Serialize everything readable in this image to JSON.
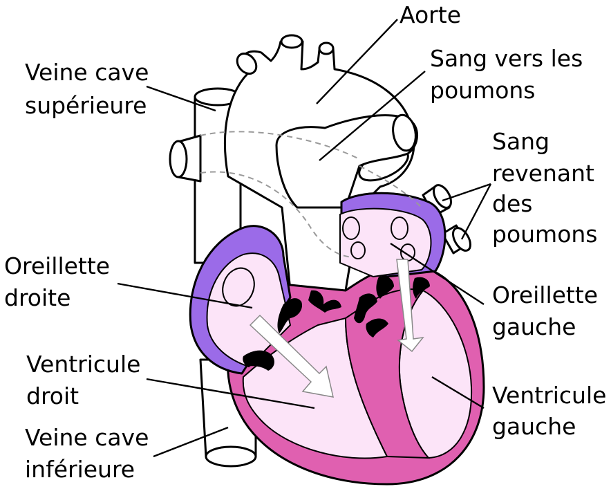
{
  "colors": {
    "background": "#ffffff",
    "atrium_purple": "#9b6be8",
    "muscle_pink": "#e060b0",
    "chamber_fill": "#fce4f8",
    "vessel_fill": "#ffffff",
    "valve": "#000000"
  },
  "labels": {
    "aorte": "Aorte",
    "sang_poumons_1": "Sang vers les",
    "sang_poumons_2": "poumons",
    "veine_cave_sup_1": "Veine cave",
    "veine_cave_sup_2": "supérieure",
    "sang_revenant_1": "Sang",
    "sang_revenant_2": "revenant",
    "sang_revenant_3": "des",
    "sang_revenant_4": "poumons",
    "oreillette_droite_1": "Oreillette",
    "oreillette_droite_2": "droite",
    "oreillette_gauche_1": "Oreillette",
    "oreillette_gauche_2": "gauche",
    "ventricule_droit_1": "Ventricule",
    "ventricule_droit_2": "droit",
    "ventricule_gauche_1": "Ventricule",
    "ventricule_gauche_2": "gauche",
    "veine_cave_inf_1": "Veine cave",
    "veine_cave_inf_2": "inférieure"
  }
}
